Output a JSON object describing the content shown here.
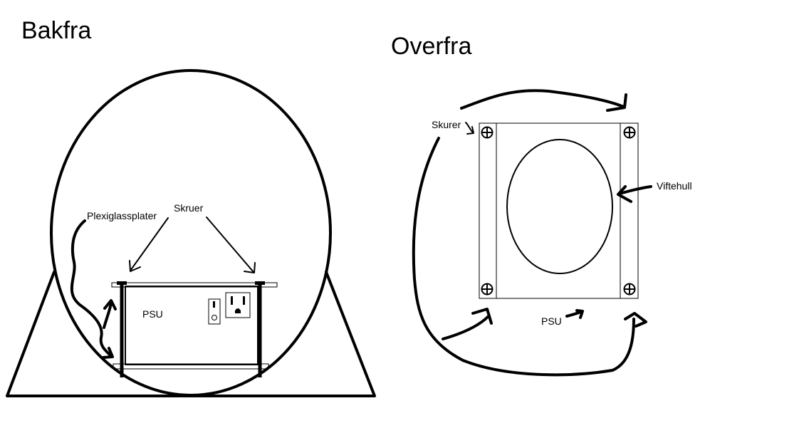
{
  "back_view": {
    "title": "Bakfra",
    "labels": {
      "plexiglass": "Plexiglassplater",
      "screws": "Skruer",
      "psu": "PSU"
    }
  },
  "top_view": {
    "title": "Overfra",
    "labels": {
      "screws": "Skurer",
      "fan_hole": "Viftehull",
      "psu": "PSU"
    }
  }
}
